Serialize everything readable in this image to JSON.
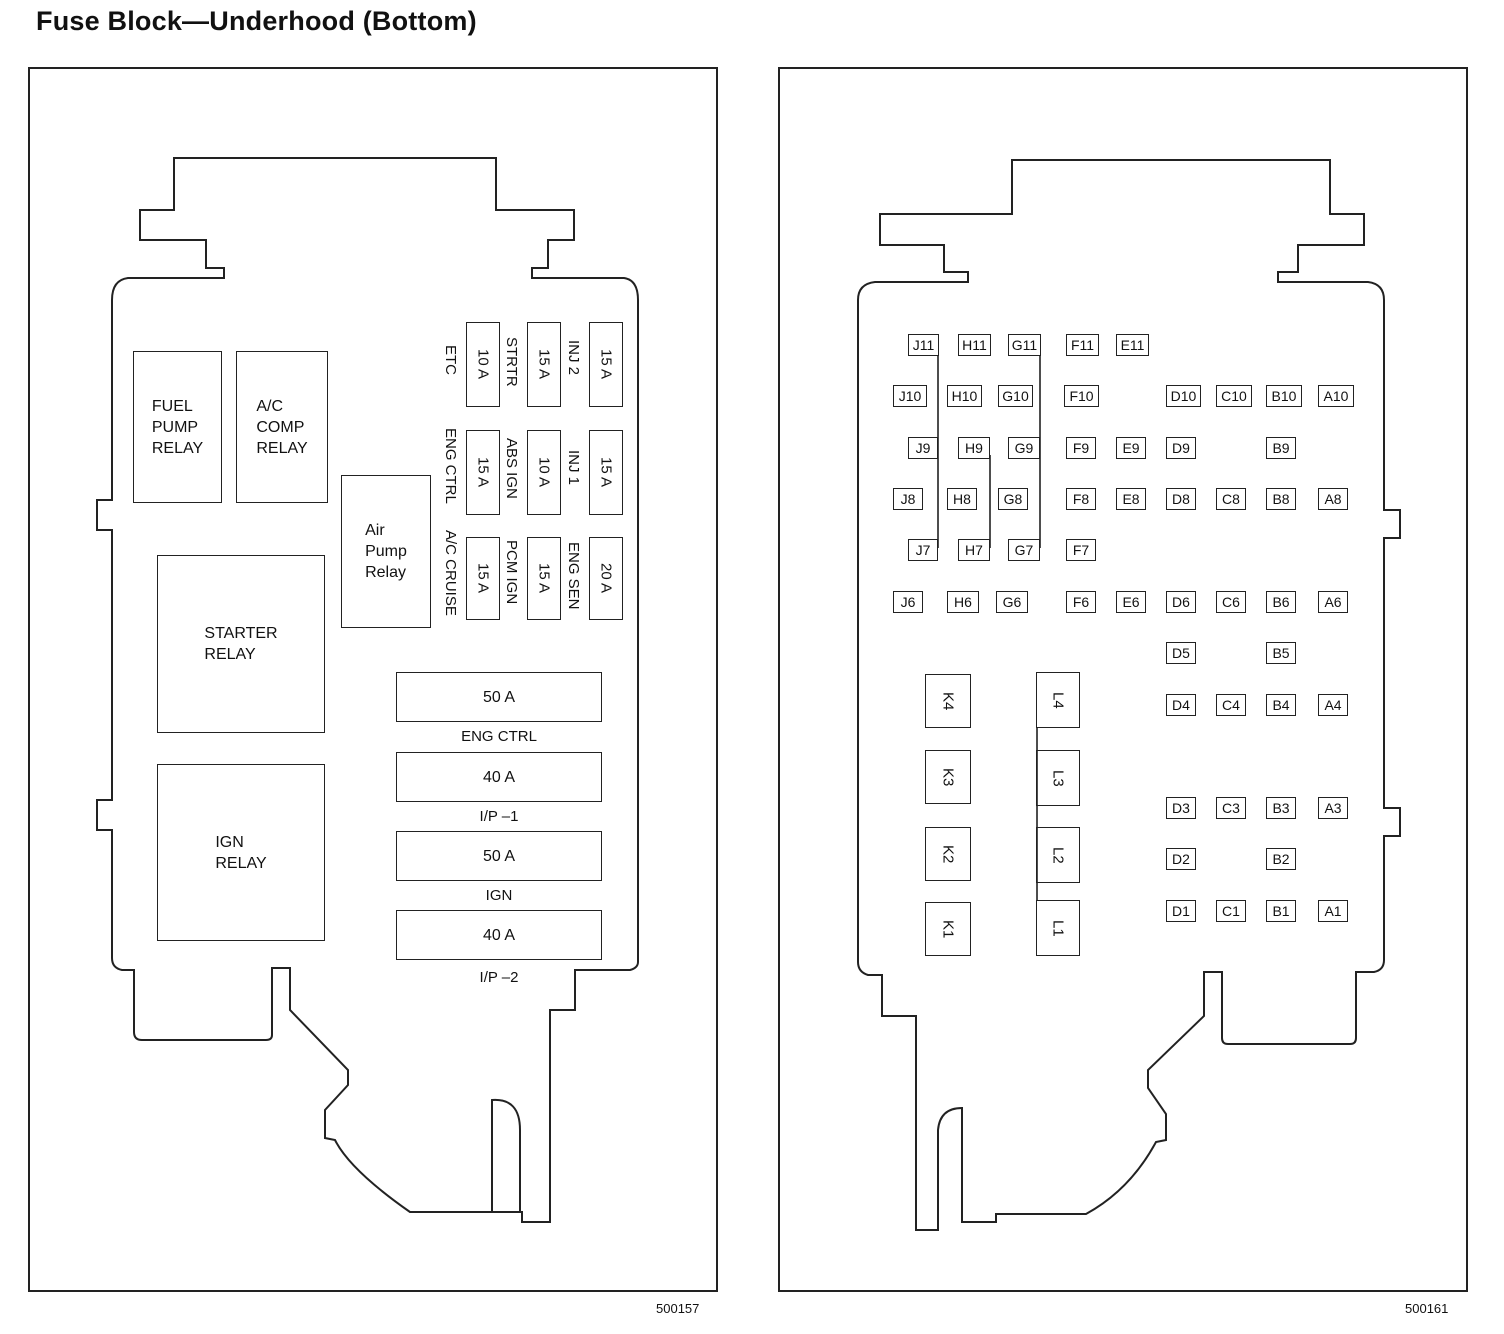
{
  "title": "Fuse Block—Underhood (Bottom)",
  "left_panel": {
    "figure_number": "500157",
    "relays": {
      "fuel_pump": "FUEL\nPUMP\nRELAY",
      "ac_comp": "A/C\nCOMP\nRELAY",
      "air_pump": "Air\nPump\nRelay",
      "starter": "STARTER\nRELAY",
      "ign": "IGN\nRELAY"
    },
    "mini_fuses": [
      {
        "rating": "10 A",
        "label": "ETC"
      },
      {
        "rating": "15 A",
        "label": "STRTR"
      },
      {
        "rating": "15 A",
        "label": "INJ 2"
      },
      {
        "rating": "15 A",
        "label": "ENG CTRL"
      },
      {
        "rating": "10 A",
        "label": "ABS IGN"
      },
      {
        "rating": "15 A",
        "label": "INJ 1"
      },
      {
        "rating": "15 A",
        "label": "A/C CRUISE"
      },
      {
        "rating": "15 A",
        "label": "PCM IGN"
      },
      {
        "rating": "20 A",
        "label": "ENG SEN"
      }
    ],
    "maxi_fuses": [
      {
        "rating": "50 A",
        "label": "ENG CTRL"
      },
      {
        "rating": "40 A",
        "label": "I/P –1"
      },
      {
        "rating": "50 A",
        "label": "IGN"
      },
      {
        "rating": "40 A",
        "label": "I/P –2"
      }
    ]
  },
  "right_panel": {
    "figure_number": "500161",
    "terminals": {
      "row11": [
        "J11",
        "H11",
        "G11",
        "F11",
        "E11"
      ],
      "row10": [
        "J10",
        "H10",
        "G10",
        "F10",
        "D10",
        "C10",
        "B10",
        "A10"
      ],
      "row9": [
        "J9",
        "H9",
        "G9",
        "F9",
        "E9",
        "D9",
        "B9"
      ],
      "row8": [
        "J8",
        "H8",
        "G8",
        "F8",
        "E8",
        "D8",
        "C8",
        "B8",
        "A8"
      ],
      "row7": [
        "J7",
        "H7",
        "G7",
        "F7"
      ],
      "row6": [
        "J6",
        "H6",
        "G6",
        "F6",
        "E6",
        "D6",
        "C6",
        "B6",
        "A6"
      ],
      "row5": [
        "D5",
        "B5"
      ],
      "row4": [
        "D4",
        "C4",
        "B4",
        "A4"
      ],
      "row3": [
        "D3",
        "C3",
        "B3",
        "A3"
      ],
      "row2": [
        "D2",
        "B2"
      ],
      "row1": [
        "D1",
        "C1",
        "B1",
        "A1"
      ]
    },
    "k_cavities": [
      "K4",
      "K3",
      "K2",
      "K1"
    ],
    "l_cavities": [
      "L4",
      "L3",
      "L2",
      "L1"
    ]
  }
}
